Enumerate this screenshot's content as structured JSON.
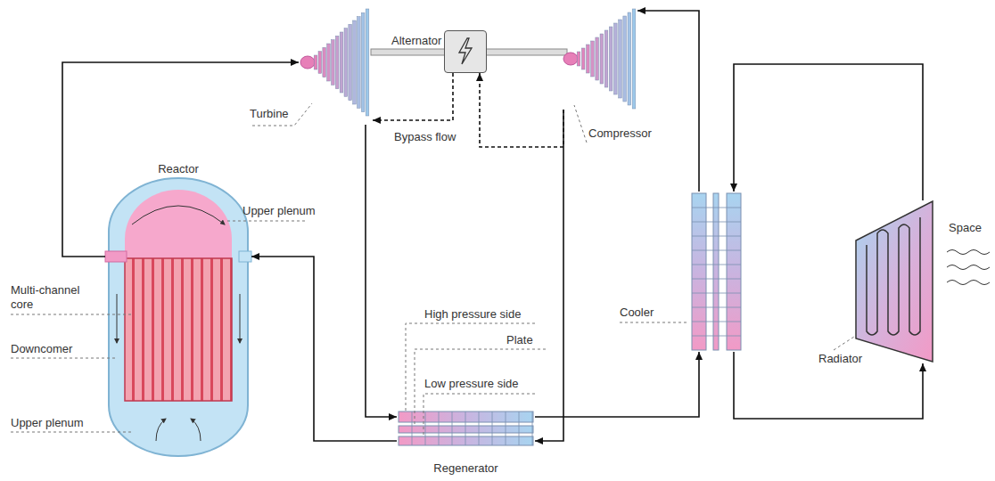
{
  "diagram": {
    "nodes": [
      {
        "text": [
          "Turbine"
        ]
      },
      {
        "text": [
          "Alternator"
        ]
      },
      {
        "text": [
          "Compressor"
        ]
      },
      {
        "text": [
          "Reactor"
        ]
      },
      {
        "text": [
          "Regenerator"
        ]
      },
      {
        "text": [
          "Cooler"
        ]
      },
      {
        "text": [
          "Radiator"
        ]
      }
    ],
    "edges": [
      {
        "from": 3,
        "to": 0,
        "arrow": "to"
      },
      {
        "from": 0,
        "to": 4,
        "arrow": "to"
      },
      {
        "from": 4,
        "to": 5,
        "arrow": "to"
      },
      {
        "from": 5,
        "to": 2,
        "arrow": "to"
      },
      {
        "from": 2,
        "to": 4,
        "arrow": "to"
      },
      {
        "from": 4,
        "to": 3,
        "arrow": "to"
      },
      {
        "from": 6,
        "to": 5,
        "arrow": "to"
      },
      {
        "from": 5,
        "to": 6,
        "arrow": "to"
      },
      {
        "from": 2,
        "to": 1,
        "arrow": "to"
      },
      {
        "from": 1,
        "to": 0,
        "label": "Bypass flow",
        "arrow": "to"
      }
    ],
    "labels": [
      "Upper plenum",
      "Multi-channel core",
      "Downcomer",
      "Upper plenum",
      "High pressure side",
      "Plate",
      "Low pressure side",
      "Space"
    ]
  }
}
